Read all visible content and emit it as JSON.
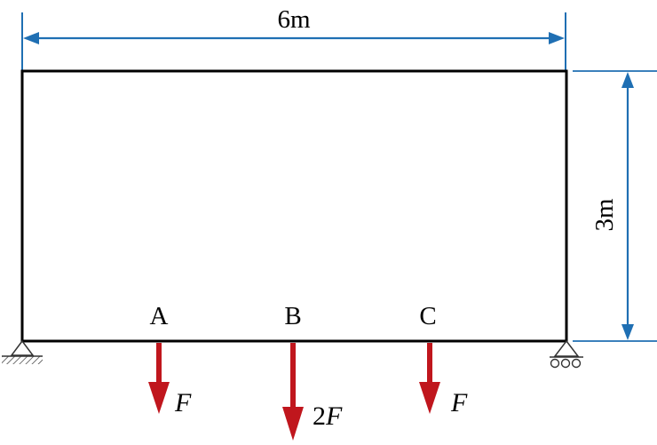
{
  "dimensions": {
    "width_label": "6m",
    "height_label": "3m"
  },
  "points": {
    "a": "A",
    "b": "B",
    "c": "C"
  },
  "loads": {
    "a_symbol": "F",
    "b_coefficient": "2",
    "b_symbol": "F",
    "c_symbol": "F"
  },
  "colors": {
    "frame": "#000000",
    "dimension": "#1f6fb3",
    "load": "#c0161d",
    "support": "#333333"
  }
}
